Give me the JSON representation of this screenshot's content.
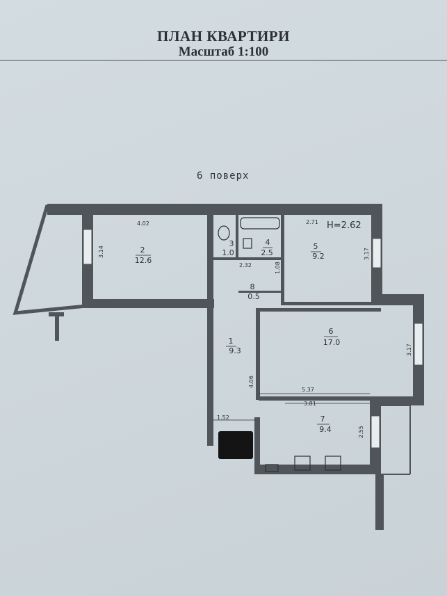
{
  "header": {
    "title": "ПЛАН КВАРТИРИ",
    "scale": "Масштаб 1:100"
  },
  "floor_label": "6 поверх",
  "ceiling_height": "Н=2.62",
  "rooms": [
    {
      "number": "1",
      "area": "9.3"
    },
    {
      "number": "2",
      "area": "12.6"
    },
    {
      "number": "3",
      "area": "1.0"
    },
    {
      "number": "4",
      "area": "2.5"
    },
    {
      "number": "5",
      "area": "9.2"
    },
    {
      "number": "6",
      "area": "17.0"
    },
    {
      "number": "7",
      "area": "9.4"
    },
    {
      "number": "8",
      "area": "0.5"
    }
  ],
  "dimensions": {
    "room2_width": "4.02",
    "room2_depth": "3.14",
    "room5_width": "2.71",
    "room5_depth": "3.17",
    "bath_width": "2.32",
    "bath_depth": "1.08",
    "room6_depth": "3.17",
    "corridor_length": "4.06",
    "room6_width": "5.37",
    "room7_width": "3.81",
    "room7_depth": "2.55",
    "entry_width": "1.52"
  },
  "colors": {
    "wall": "#4f5558",
    "paper": "#d0d9dd",
    "ink": "#2c3134"
  }
}
